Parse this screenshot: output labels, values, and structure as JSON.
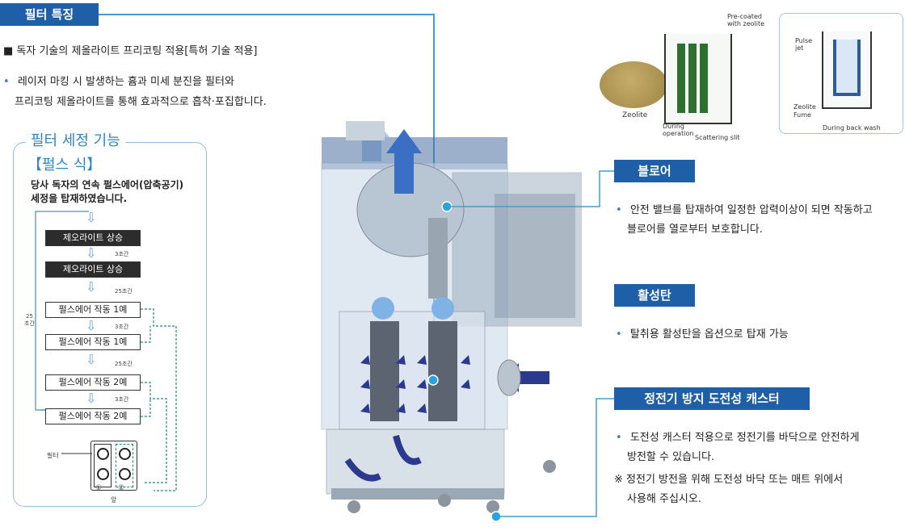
{
  "header": {
    "badge": "필터 특징"
  },
  "feature": {
    "title": "■ 독자 기술의 제올라이트 프리코팅 적용[특허 기술 적용]",
    "line1": "레이저 마킹 시 발생하는 흄과 미세 분진을 필터와",
    "line2": "프리코팅 제올라이트를 통해 효과적으로 흡착·포집합니다."
  },
  "cleaning": {
    "title1": "필터 세정 기능",
    "title2": "【펄스 식】",
    "desc1": "당사  독자의  연속  펄스에어(압축공기)",
    "desc2": "세정을 탑재하였습니다.",
    "steps": [
      "제오라이트 상승",
      "제오라이트 상승",
      "펄스에어 작동 1예",
      "펄스에어 작동 1예",
      "펄스에어 작동 2예",
      "펄스에어 작동 2예"
    ],
    "t1": "3초간",
    "t2": "25초간",
    "t3": "3초간",
    "t4": "25초간",
    "t5": "3초간",
    "loop": "25\n초간",
    "filter_label": "필터",
    "front_label": "앞",
    "n1": "①",
    "n2": "②"
  },
  "diagram": {
    "zeolite": "Zeolite",
    "precoated": "Pre-coated\nwith zeolite",
    "during_op": "During\noperation",
    "slit": "Scattering slit",
    "pulse": "Pulse\njet",
    "legend_z": "Zeolite",
    "legend_f": "Fume",
    "back_wash": "During back wash"
  },
  "blower": {
    "badge": "블로어",
    "line1": "안전 밸브를 탑재하여 일정한 압력이상이 되면 작동하고",
    "line2": "블로어를 열로부터 보호합니다."
  },
  "carbon": {
    "badge": "활성탄",
    "line1": "탈취용 활성탄을 옵션으로 탑재 가능"
  },
  "caster": {
    "badge": "정전기 방지 도전성 캐스터",
    "line1": "도전성 캐스터 적용으로 정전기를 바닥으로 안전하게",
    "line2": "방전할 수 있습니다.",
    "note1": "※ 정전기 방전을 위해 도전성 바닥 또는 매트 위에서",
    "note2": "사용해 주십시오."
  },
  "colors": {
    "accent": "#1f5fa8",
    "line": "#3aa0d8",
    "arrow": "#2b3a8f"
  }
}
